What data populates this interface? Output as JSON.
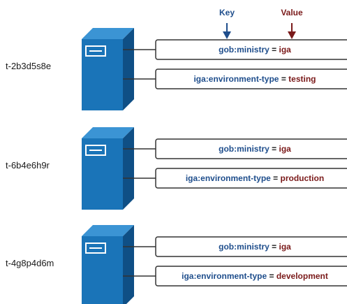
{
  "header": {
    "key_label": "Key",
    "value_label": "Value"
  },
  "colors": {
    "key": "#1f4e8c",
    "value": "#7a1a1a",
    "server_front": "#1a74b8",
    "server_side": "#0f4f85",
    "server_top": "#3b94d4",
    "tag_border": "#333333"
  },
  "servers": [
    {
      "hostname": "t-2b3d5s8e",
      "tags": [
        {
          "key": "gob:ministry",
          "sep": " = ",
          "value": "iga"
        },
        {
          "key": "iga:environment-type",
          "sep": " = ",
          "value": "testing"
        }
      ]
    },
    {
      "hostname": "t-6b4e6h9r",
      "tags": [
        {
          "key": "gob:ministry",
          "sep": " = ",
          "value": "iga"
        },
        {
          "key": "iga:environment-type",
          "sep": " = ",
          "value": "production"
        }
      ]
    },
    {
      "hostname": "t-4g8p4d6m",
      "tags": [
        {
          "key": "gob:ministry",
          "sep": " = ",
          "value": "iga"
        },
        {
          "key": "iga:environment-type",
          "sep": " = ",
          "value": "development"
        }
      ]
    }
  ]
}
